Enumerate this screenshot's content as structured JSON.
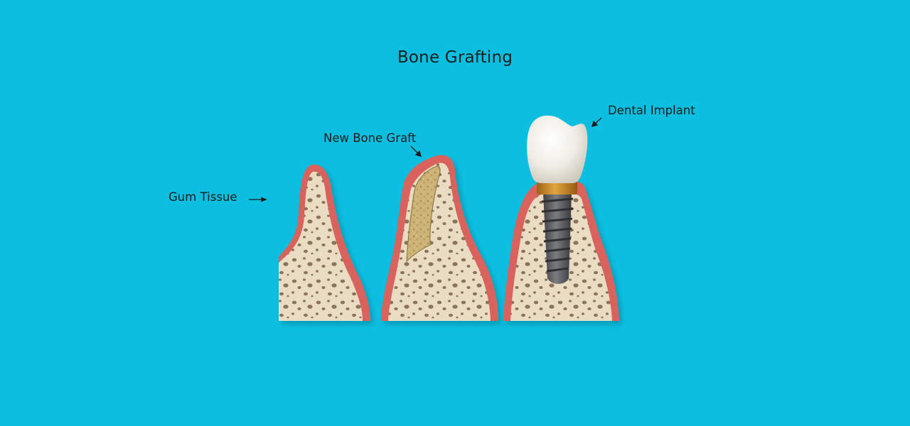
{
  "title": "Bone Grafting",
  "labels": {
    "gum_tissue": "Gum Tissue",
    "new_bone_graft": "New Bone Graft",
    "dental_implant": "Dental Implant"
  },
  "colors": {
    "background": "#0cbfe0",
    "gum": "#d9625c",
    "bone": "#eadcc2",
    "graft": "#cfb77a",
    "implant": "#5b5d61",
    "abutment": "#c98a2a",
    "crown": "#f4f1ea",
    "text": "#1b1b1b"
  }
}
